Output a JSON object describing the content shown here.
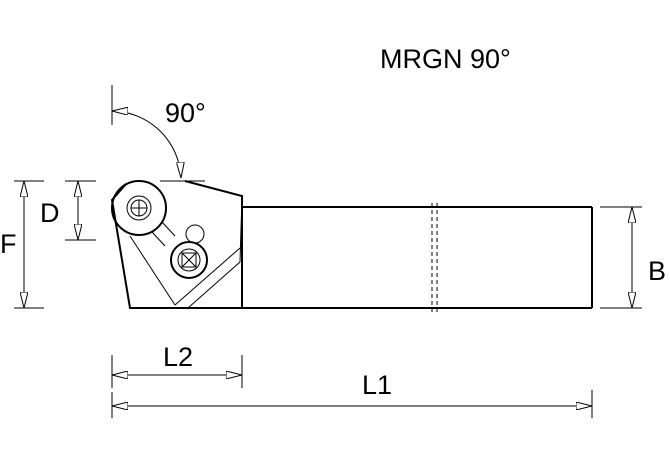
{
  "title": "MRGN 90°",
  "labels": {
    "angle": "90°",
    "D": "D",
    "F": "F",
    "B": "B",
    "L1": "L1",
    "L2": "L2"
  }
}
